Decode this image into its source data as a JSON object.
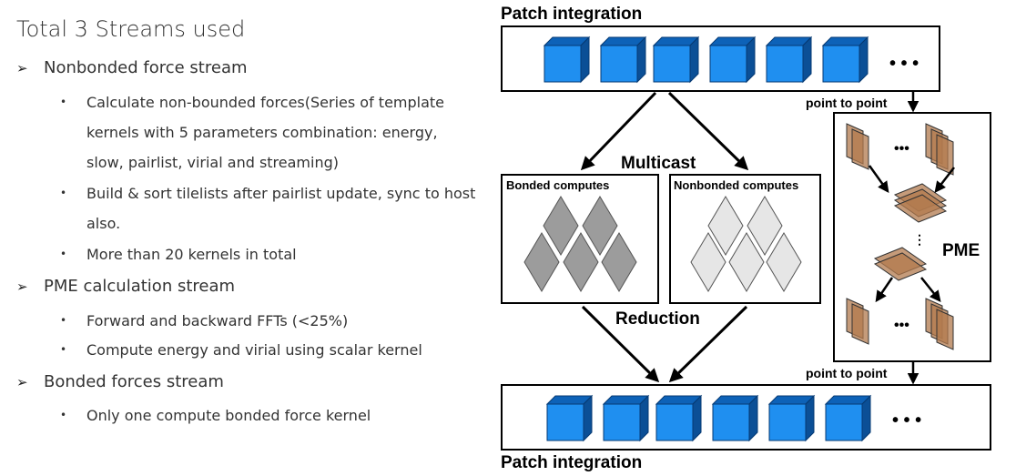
{
  "heading": "Total 3 Streams used",
  "bullet_glyph": "➢",
  "sub_bullet_glyph": "•",
  "streams": [
    {
      "label": "Nonbonded force stream",
      "items": [
        "Calculate non-bounded forces(Series of template kernels with 5 parameters combination: energy, slow, pairlist, virial and  streaming)",
        "Build & sort  tilelists after pairlist update, sync to host also.",
        "More than 20 kernels in total"
      ]
    },
    {
      "label": "PME calculation  stream",
      "items": [
        "Forward and backward FFTs (<25%)",
        "Compute energy and virial using scalar kernel"
      ]
    },
    {
      "label": "Bonded forces stream",
      "items": [
        "Only one compute bonded force kernel"
      ]
    }
  ],
  "diagram": {
    "patch_integration_top": "Patch integration",
    "patch_integration_bottom": "Patch integration",
    "multicast": "Multicast",
    "reduction": "Reduction",
    "bonded_computes": "Bonded computes",
    "nonbonded_computes": "Nonbonded computes",
    "pme": "PME",
    "point_to_point_top": "point to point",
    "point_to_point_bottom": "point to point",
    "ellipsis": "• • •",
    "colors": {
      "cube_front": "#1f8ff0",
      "cube_top": "#0d62b8",
      "cube_side": "#0b4f96",
      "bonded_diamond": "#9c9c9c",
      "nonbonded_diamond": "#e6e6e6",
      "pme_plane": "#b27a4e"
    }
  }
}
